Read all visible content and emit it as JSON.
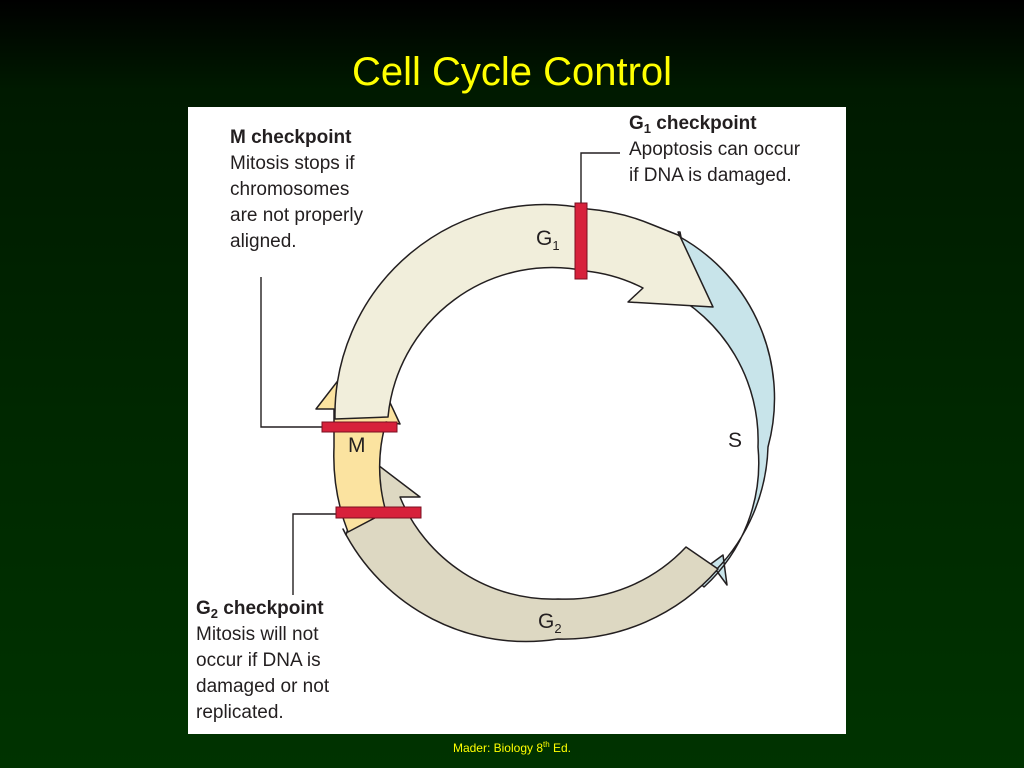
{
  "title": "Cell Cycle Control",
  "credit": {
    "prefix": "Mader: Biology 8",
    "sup": "th",
    "suffix": " Ed."
  },
  "phases": {
    "g1": {
      "main": "G",
      "sub": "1"
    },
    "s": {
      "main": "S"
    },
    "g2": {
      "main": "G",
      "sub": "2"
    },
    "m": {
      "main": "M"
    }
  },
  "checkpoints": {
    "m": {
      "head": "M checkpoint",
      "body": "Mitosis stops if\nchromosomes\nare not properly\naligned."
    },
    "g1": {
      "head_main": "G",
      "head_sub": "1",
      "head_rest": " checkpoint",
      "body": "Apoptosis can occur\nif DNA is damaged."
    },
    "g2": {
      "head_main": "G",
      "head_sub": "2",
      "head_rest": " checkpoint",
      "body": "Mitosis will not\noccur if DNA is\ndamaged or not\nreplicated."
    }
  },
  "colors": {
    "g1": "#f1eedb",
    "s": "#c8e4ea",
    "g2": "#ddd8c2",
    "m": "#fbe3a0",
    "checkpoint_bar": "#d7213b",
    "title": "#ffff00"
  }
}
